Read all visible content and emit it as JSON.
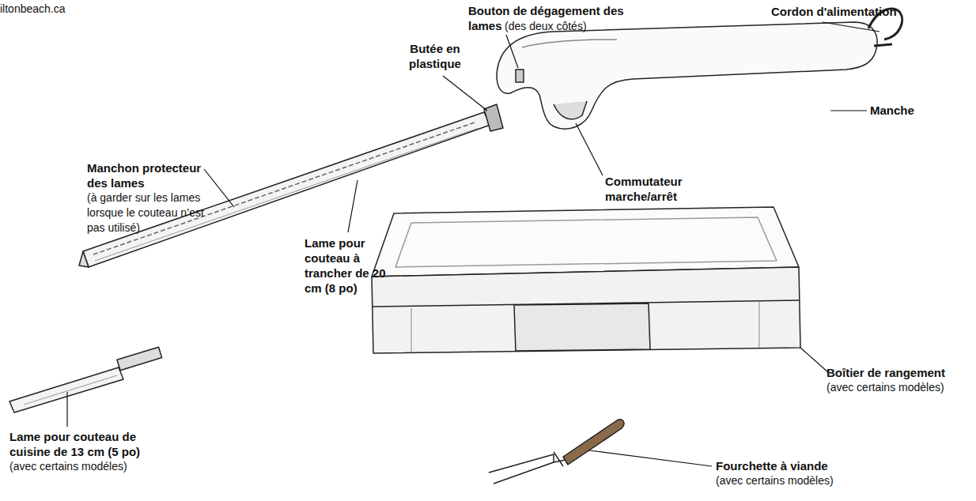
{
  "diagram": {
    "labels": [
      "iltonbeach.ca",
      "Bouton de dégagement des lames",
      "(des deux côtés)",
      "Butée en plastique",
      "Cordon d'alimentation",
      "Manche",
      "Manchon protecteur des lames",
      "(à garder sur les lames lorsque le couteau n’est pas utilisé)",
      "Commutateur marche/arrêt",
      "Lame pour couteau à trancher de 20 cm (8 po)",
      "Boîtier de rangement",
      "(avec certains modèles)",
      "Lame pour couteau de cuisine de 13 cm (5 po)",
      "(avec certains modéles)",
      "Fourchette à viande",
      "(avec certains modèles)"
    ]
  }
}
